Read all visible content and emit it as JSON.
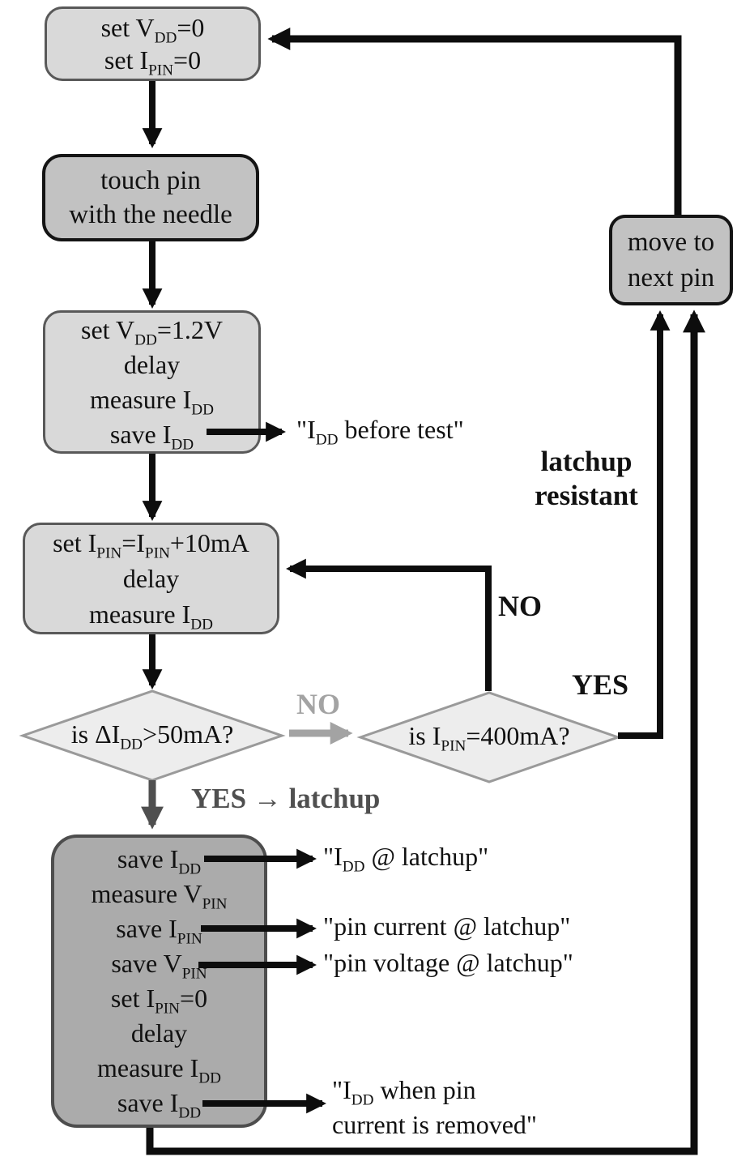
{
  "diagram_type": "flowchart",
  "colors": {
    "background": "#ffffff",
    "light_box_fill": "#d9d9d9",
    "light_box_border": "#595959",
    "medium_box_fill": "#c2c2c2",
    "medium_box_border": "#141414",
    "dark_box_fill": "#ababab",
    "dark_box_border": "#4d4d4d",
    "diamond_fill": "#ededed",
    "diamond_border": "#9a9a9a",
    "black_arrow": "#0d0d0d",
    "gray_arrow": "#a3a3a3",
    "dark_gray_arrow": "#4f4f4f"
  },
  "nodes": {
    "init": {
      "lines": [
        "set V_{DD}=0",
        "set I_{PIN}=0"
      ]
    },
    "touch_pin": {
      "lines": [
        "touch pin",
        "with the needle"
      ]
    },
    "power_up": {
      "lines": [
        "set V_{DD}=1.2V",
        "delay",
        "measure I_{DD}",
        "save I_{DD}"
      ]
    },
    "step_current": {
      "lines": [
        "set I_{PIN}=I_{PIN}+10mA",
        "delay",
        "measure I_{DD}"
      ]
    },
    "check_delta": {
      "label": "is ΔI_{DD}>50mA?"
    },
    "check_max": {
      "label": "is I_{PIN}=400mA?"
    },
    "latchup_record": {
      "lines": [
        "save I_{DD}",
        "measure V_{PIN}",
        "save I_{PIN}",
        "save V_{PIN}",
        "set I_{PIN}=0",
        "delay",
        "measure I_{DD}",
        "save I_{DD}"
      ]
    },
    "move_next": {
      "lines": [
        "move to",
        "next pin"
      ]
    }
  },
  "labels": {
    "no_gray": "NO",
    "no_black": "NO",
    "yes": "YES",
    "yes_latchup": "YES → latchup",
    "latchup_resistant": [
      "latchup",
      "resistant"
    ]
  },
  "outputs": {
    "before_test": "\"I_{DD} before test\"",
    "idd_at_latchup": "\"I_{DD} @ latchup\"",
    "pin_current_at_latchup": "\"pin current @ latchup\"",
    "pin_voltage_at_latchup": "\"pin voltage @ latchup\"",
    "idd_after_removed": [
      "\"I_{DD} when pin",
      "current is removed\""
    ]
  }
}
